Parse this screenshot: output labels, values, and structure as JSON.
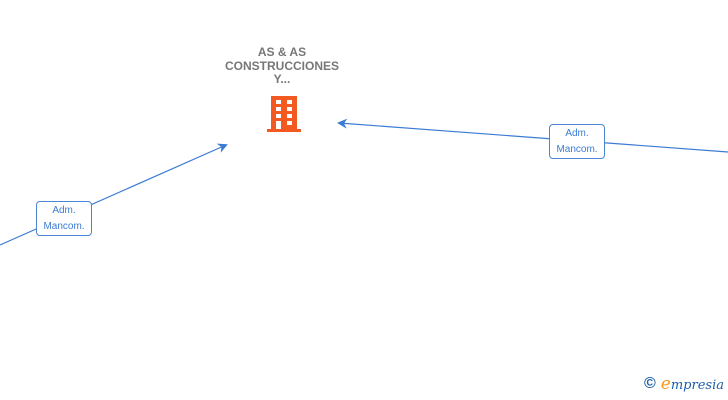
{
  "company": {
    "name_lines": [
      "AS & AS",
      "CONSTRUCCIONES",
      "Y..."
    ],
    "icon": "building-icon",
    "icon_color": "#f25a22"
  },
  "relations": [
    {
      "label_line1": "Adm.",
      "label_line2": "Mancom.",
      "direction": "incoming-from-bottom-left"
    },
    {
      "label_line1": "Adm.",
      "label_line2": "Mancom.",
      "direction": "incoming-from-right"
    }
  ],
  "edge_color": "#3b7bd4",
  "footer": {
    "copyright_symbol": "©",
    "brand_initial": "e",
    "brand_rest": "mpresia"
  }
}
